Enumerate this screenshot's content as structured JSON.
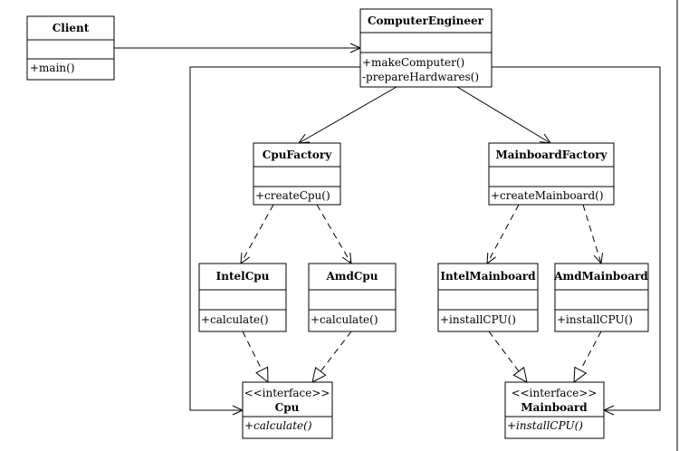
{
  "classes": {
    "client": {
      "name": "Client",
      "methods": [
        "+main()"
      ]
    },
    "computer_engineer": {
      "name": "ComputerEngineer",
      "methods": [
        "+makeComputer()",
        "-prepareHardwares()"
      ]
    },
    "cpu_factory": {
      "name": "CpuFactory",
      "methods": [
        "+createCpu()"
      ]
    },
    "mainboard_factory": {
      "name": "MainboardFactory",
      "methods": [
        "+createMainboard()"
      ]
    },
    "intel_cpu": {
      "name": "IntelCpu",
      "methods": [
        "+calculate()"
      ]
    },
    "amd_cpu": {
      "name": "AmdCpu",
      "methods": [
        "+calculate()"
      ]
    },
    "intel_mainboard": {
      "name": "IntelMainboard",
      "methods": [
        "+installCPU()"
      ]
    },
    "amd_mainboard": {
      "name": "AmdMainboard",
      "methods": [
        "+installCPU()"
      ]
    },
    "cpu": {
      "stereotype": "<<interface>>",
      "name": "Cpu",
      "methods": [
        "+calculate()"
      ]
    },
    "mainboard": {
      "stereotype": "<<interface>>",
      "name": "Mainboard",
      "methods": [
        "+installCPU()"
      ]
    }
  },
  "relations": [
    {
      "type": "association",
      "from": "Client",
      "to": "ComputerEngineer"
    },
    {
      "type": "association",
      "from": "ComputerEngineer",
      "to": "Cpu"
    },
    {
      "type": "association",
      "from": "ComputerEngineer",
      "to": "Mainboard"
    },
    {
      "type": "association",
      "from": "ComputerEngineer",
      "to": "CpuFactory"
    },
    {
      "type": "association",
      "from": "ComputerEngineer",
      "to": "MainboardFactory"
    },
    {
      "type": "dependency",
      "from": "CpuFactory",
      "to": "IntelCpu"
    },
    {
      "type": "dependency",
      "from": "CpuFactory",
      "to": "AmdCpu"
    },
    {
      "type": "dependency",
      "from": "MainboardFactory",
      "to": "IntelMainboard"
    },
    {
      "type": "dependency",
      "from": "MainboardFactory",
      "to": "AmdMainboard"
    },
    {
      "type": "realization",
      "from": "IntelCpu",
      "to": "Cpu"
    },
    {
      "type": "realization",
      "from": "AmdCpu",
      "to": "Cpu"
    },
    {
      "type": "realization",
      "from": "IntelMainboard",
      "to": "Mainboard"
    },
    {
      "type": "realization",
      "from": "AmdMainboard",
      "to": "Mainboard"
    }
  ]
}
